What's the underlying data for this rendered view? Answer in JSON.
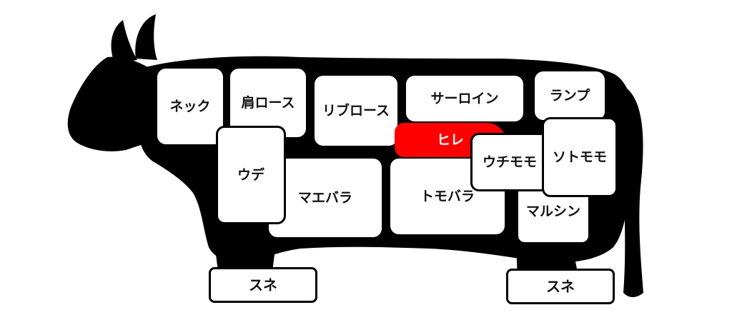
{
  "colors": {
    "silhouette": "#000000",
    "highlight": "#ff0000",
    "box": "#ffffff",
    "text": "#111111"
  },
  "selected": "hire",
  "cuts": {
    "neck": "ネック",
    "kata_loin": "肩ロース",
    "rib_loin": "リブロース",
    "sirloin": "サーロイン",
    "rump": "ランプ",
    "ude": "ウデ",
    "hire": "ヒレ",
    "uchimomo": "ウチモモ",
    "sotomomo": "ソトモモ",
    "maebara": "マエバラ",
    "tomobara": "トモバラ",
    "marushin": "マルシン",
    "sune_front": "スネ",
    "sune_rear": "スネ"
  }
}
